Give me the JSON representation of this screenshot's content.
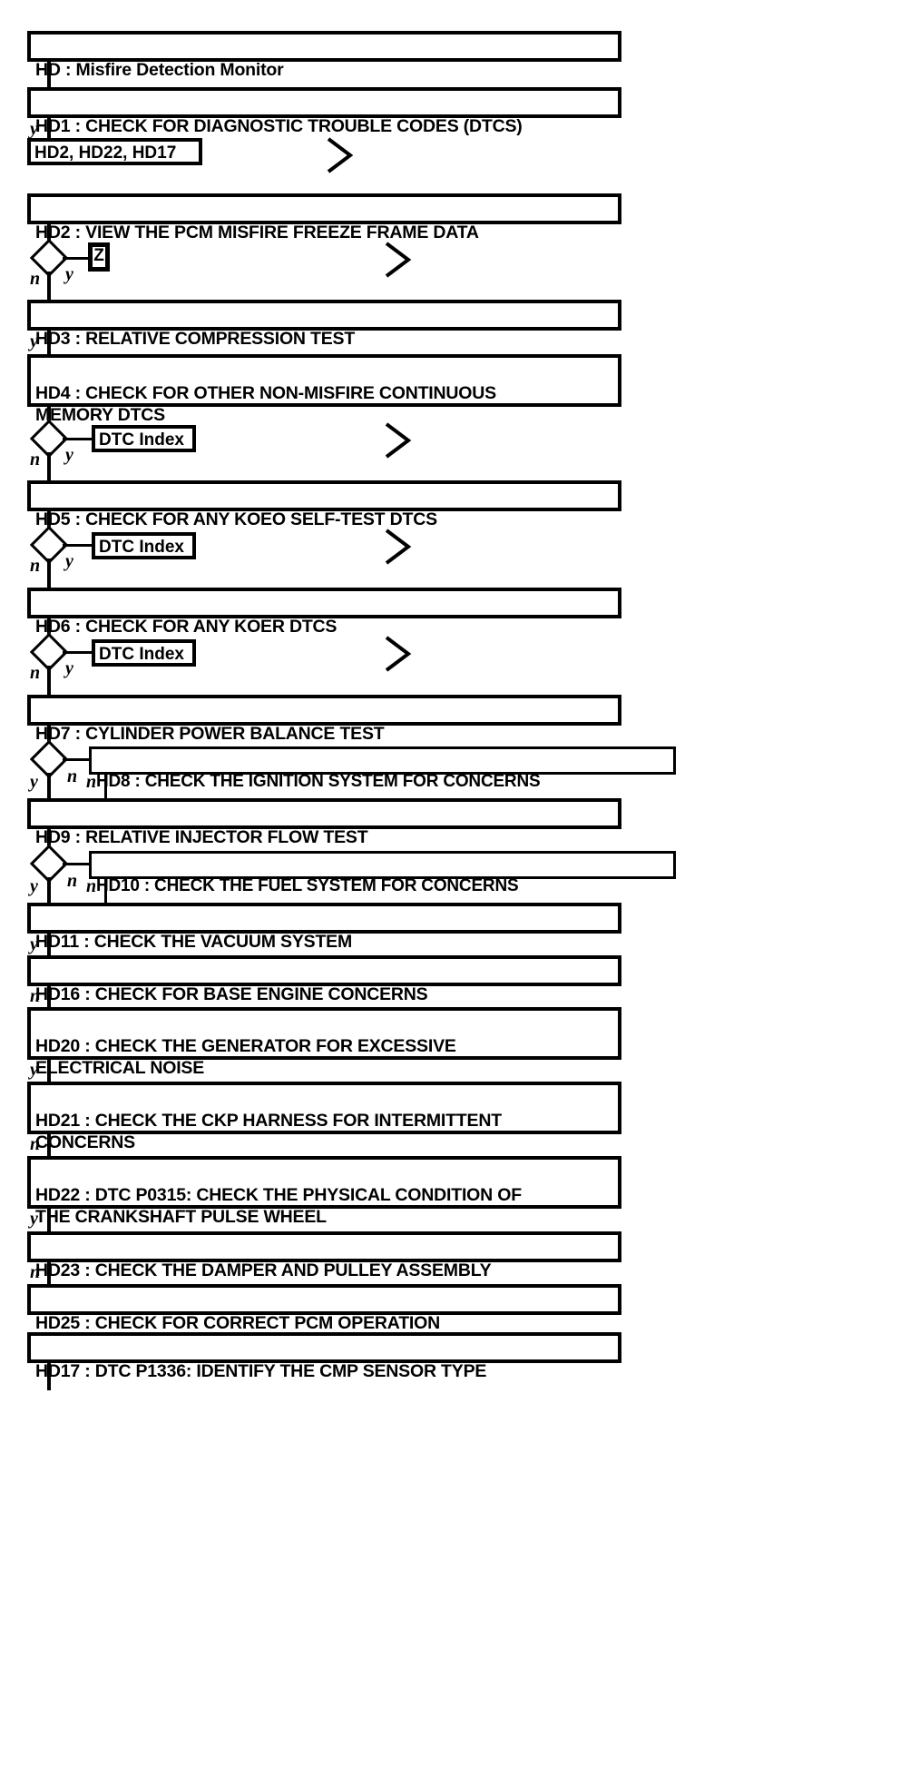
{
  "diagram": {
    "title": "HD : Misfire Detection Monitor",
    "type": "flowchart",
    "orientation": "vertical",
    "colors": {
      "line": "#000000",
      "box_fill": "#ffffff",
      "text": "#000000",
      "background": "#ffffff"
    },
    "nodes": [
      {
        "id": "HD",
        "label": "HD : Misfire Detection Monitor"
      },
      {
        "id": "HD1",
        "label": "HD1 : CHECK FOR DIAGNOSTIC TROUBLE CODES (DTCS)"
      },
      {
        "id": "ref1",
        "label": "HD2, HD22, HD17"
      },
      {
        "id": "HD2",
        "label": "HD2 : VIEW THE PCM MISFIRE FREEZE FRAME DATA"
      },
      {
        "id": "refZ",
        "label": "Z"
      },
      {
        "id": "HD3",
        "label": "HD3 : RELATIVE COMPRESSION TEST"
      },
      {
        "id": "HD4",
        "label": "HD4 : CHECK FOR OTHER NON-MISFIRE CONTINUOUS\nMEMORY DTCS"
      },
      {
        "id": "dtc1",
        "label": "DTC Index"
      },
      {
        "id": "HD5",
        "label": "HD5 : CHECK FOR ANY KOEO SELF-TEST DTCS"
      },
      {
        "id": "dtc2",
        "label": "DTC Index"
      },
      {
        "id": "HD6",
        "label": "HD6 : CHECK FOR ANY KOER DTCS"
      },
      {
        "id": "dtc3",
        "label": "DTC Index"
      },
      {
        "id": "HD7",
        "label": "HD7 : CYLINDER POWER BALANCE TEST"
      },
      {
        "id": "HD8",
        "label": "HD8 : CHECK THE IGNITION SYSTEM FOR CONCERNS"
      },
      {
        "id": "HD9",
        "label": "HD9 : RELATIVE INJECTOR FLOW TEST"
      },
      {
        "id": "HD10",
        "label": "HD10 : CHECK THE FUEL SYSTEM FOR CONCERNS"
      },
      {
        "id": "HD11",
        "label": "HD11 : CHECK THE VACUUM SYSTEM"
      },
      {
        "id": "HD16",
        "label": "HD16 : CHECK FOR BASE ENGINE CONCERNS"
      },
      {
        "id": "HD20",
        "label": "HD20 : CHECK THE GENERATOR FOR EXCESSIVE\nELECTRICAL NOISE"
      },
      {
        "id": "HD21",
        "label": "HD21 : CHECK THE CKP HARNESS FOR INTERMITTENT\nCONCERNS"
      },
      {
        "id": "HD22",
        "label": "HD22 : DTC P0315: CHECK THE PHYSICAL CONDITION OF\nTHE CRANKSHAFT PULSE WHEEL"
      },
      {
        "id": "HD23",
        "label": "HD23 : CHECK THE DAMPER AND PULLEY ASSEMBLY"
      },
      {
        "id": "HD25",
        "label": "HD25 : CHECK FOR CORRECT PCM OPERATION"
      },
      {
        "id": "HD17",
        "label": "HD17 : DTC P1336: IDENTIFY THE CMP SENSOR TYPE"
      }
    ],
    "branch_labels": {
      "yes": "y",
      "no": "n"
    },
    "edges": [
      {
        "from": "HD",
        "to": "HD1",
        "label": ""
      },
      {
        "from": "HD1",
        "to": "ref1",
        "label": "y"
      },
      {
        "from": "HD2",
        "to": "refZ",
        "label": "y"
      },
      {
        "from": "HD2",
        "to": "HD3",
        "label": "n"
      },
      {
        "from": "HD3",
        "to": "HD4",
        "label": "y"
      },
      {
        "from": "HD4",
        "to": "dtc1",
        "label": "y"
      },
      {
        "from": "HD4",
        "to": "HD5",
        "label": "n"
      },
      {
        "from": "HD5",
        "to": "dtc2",
        "label": "y"
      },
      {
        "from": "HD5",
        "to": "HD6",
        "label": "n"
      },
      {
        "from": "HD6",
        "to": "dtc3",
        "label": "y"
      },
      {
        "from": "HD6",
        "to": "HD7",
        "label": "n"
      },
      {
        "from": "HD7",
        "to": "HD8",
        "label": "n"
      },
      {
        "from": "HD7",
        "to": "HD9",
        "label": "y"
      },
      {
        "from": "HD8",
        "to": "HD9",
        "label": "n"
      },
      {
        "from": "HD9",
        "to": "HD10",
        "label": "n"
      },
      {
        "from": "HD9",
        "to": "HD11",
        "label": "y"
      },
      {
        "from": "HD10",
        "to": "HD11",
        "label": "n"
      },
      {
        "from": "HD11",
        "to": "HD16",
        "label": "y"
      },
      {
        "from": "HD16",
        "to": "HD20",
        "label": "n"
      },
      {
        "from": "HD20",
        "to": "HD21",
        "label": "y"
      },
      {
        "from": "HD21",
        "to": "HD22",
        "label": "n"
      },
      {
        "from": "HD22",
        "to": "HD23",
        "label": "y"
      },
      {
        "from": "HD23",
        "to": "HD25",
        "label": "n"
      }
    ]
  }
}
